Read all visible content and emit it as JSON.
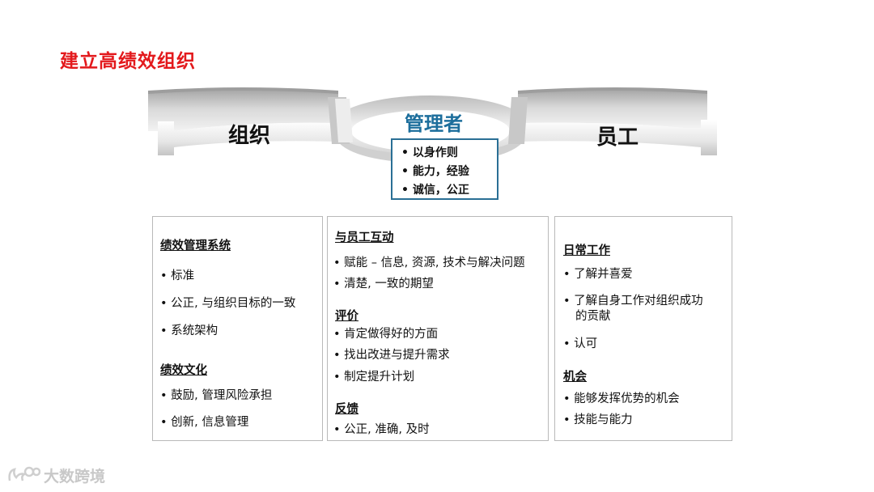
{
  "title": "建立高绩效组织",
  "diagram": {
    "left_label": "组织",
    "center_label": "管理者",
    "right_label": "员工",
    "manager_traits": [
      "• 以身作则",
      "• 能力，经验",
      "• 诚信，公正"
    ]
  },
  "panels": {
    "org": {
      "heading1": "绩效管理系统",
      "items1": [
        "• 标准",
        "• 公正, 与组织目标的一致",
        "• 系统架构"
      ],
      "heading2": "绩效文化",
      "items2": [
        "• 鼓励, 管理风险承担",
        "• 创新, 信息管理"
      ]
    },
    "manager": {
      "heading1": "与员工互动",
      "items1": [
        "• 赋能 – 信息, 资源, 技术与解决问题",
        "• 清楚, 一致的期望"
      ],
      "heading2": "评价",
      "items2": [
        "• 肯定做得好的方面",
        "• 找出改进与提升需求",
        "• 制定提升计划"
      ],
      "heading3": "反馈",
      "items3": [
        "• 公正, 准确, 及时"
      ]
    },
    "employee": {
      "heading1": "日常工作",
      "items1": [
        "•  了解并喜爱",
        "•  了解自身工作对组织成功",
        "的贡献",
        "•  认可"
      ],
      "heading2": "机会",
      "items2": [
        "•  能够发挥优势的机会",
        "•  技能与能力"
      ]
    }
  },
  "watermark": "大数跨境",
  "colors": {
    "title": "#e3191c",
    "manager": "#1c6e9c",
    "box_border": "#2a6f95"
  }
}
